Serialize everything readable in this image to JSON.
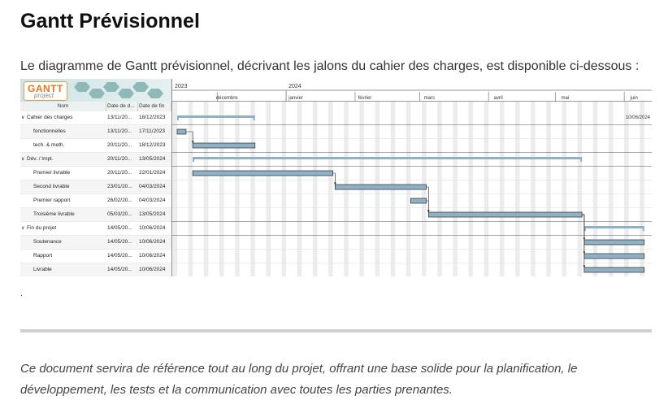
{
  "page": {
    "title": "Gantt Prévisionnel",
    "intro": "Le diagramme de Gantt prévisionnel, décrivant les jalons du cahier des charges, est disponible ci-dessous :",
    "dot": ".",
    "outro": "Ce document servira de référence tout au long du projet, offrant une base solide pour la planification, le développement, les tests et la communication avec toutes les parties prenantes."
  },
  "gantt": {
    "logo_word": "GANTT",
    "logo_sub": "project",
    "columns": [
      "Nom",
      "Date de d...",
      "Date de fin"
    ],
    "years": [
      "2023",
      "2024"
    ],
    "months": [
      "décembre",
      "janvier",
      "février",
      "mars",
      "avril",
      "mai",
      "juin"
    ],
    "milestone_label": "10/06/2024",
    "tasks": [
      {
        "name": "Cahier des charges",
        "start": "13/11/20...",
        "end": "18/12/2023",
        "level": 0,
        "group": true,
        "from": "2023-11-13",
        "to": "2023-12-18"
      },
      {
        "name": "fonctionnelles",
        "start": "13/11/20...",
        "end": "17/11/2023",
        "level": 1,
        "group": false,
        "from": "2023-11-13",
        "to": "2023-11-17"
      },
      {
        "name": "tech. & meth.",
        "start": "20/11/20...",
        "end": "18/12/2023",
        "level": 1,
        "group": false,
        "from": "2023-11-20",
        "to": "2023-12-18"
      },
      {
        "name": "Dév. / Impl.",
        "start": "20/11/20...",
        "end": "13/05/2024",
        "level": 0,
        "group": true,
        "from": "2023-11-20",
        "to": "2024-05-13"
      },
      {
        "name": "Premier livrable",
        "start": "20/11/20...",
        "end": "22/01/2024",
        "level": 1,
        "group": false,
        "from": "2023-11-20",
        "to": "2024-01-22"
      },
      {
        "name": "Second livrable",
        "start": "23/01/20...",
        "end": "04/03/2024",
        "level": 1,
        "group": false,
        "from": "2024-01-23",
        "to": "2024-03-04"
      },
      {
        "name": "Premier rapport",
        "start": "26/02/20...",
        "end": "04/03/2024",
        "level": 1,
        "group": false,
        "from": "2024-02-26",
        "to": "2024-03-04"
      },
      {
        "name": "Troisième livrable",
        "start": "05/03/20...",
        "end": "13/05/2024",
        "level": 1,
        "group": false,
        "from": "2024-03-05",
        "to": "2024-05-13"
      },
      {
        "name": "Fin du projet",
        "start": "14/05/20...",
        "end": "10/06/2024",
        "level": 0,
        "group": true,
        "from": "2024-05-14",
        "to": "2024-06-10"
      },
      {
        "name": "Soutenance",
        "start": "14/05/20...",
        "end": "10/06/2024",
        "level": 1,
        "group": false,
        "from": "2024-05-14",
        "to": "2024-06-10"
      },
      {
        "name": "Rapport",
        "start": "14/05/20...",
        "end": "10/06/2024",
        "level": 1,
        "group": false,
        "from": "2024-05-14",
        "to": "2024-06-10"
      },
      {
        "name": "Livrable",
        "start": "14/05/20...",
        "end": "10/06/2024",
        "level": 1,
        "group": false,
        "from": "2024-05-14",
        "to": "2024-06-10"
      }
    ],
    "links": [
      [
        1,
        2
      ],
      [
        4,
        5
      ],
      [
        5,
        7
      ],
      [
        6,
        7
      ],
      [
        7,
        9
      ],
      [
        7,
        10
      ],
      [
        7,
        11
      ]
    ],
    "colors": {
      "bar": "#8fb1c6",
      "bar_border": "#2a2a2a",
      "group_bar": "#8fb1c6",
      "weekend": "#ececec",
      "grid": "#dcdcdc"
    }
  }
}
